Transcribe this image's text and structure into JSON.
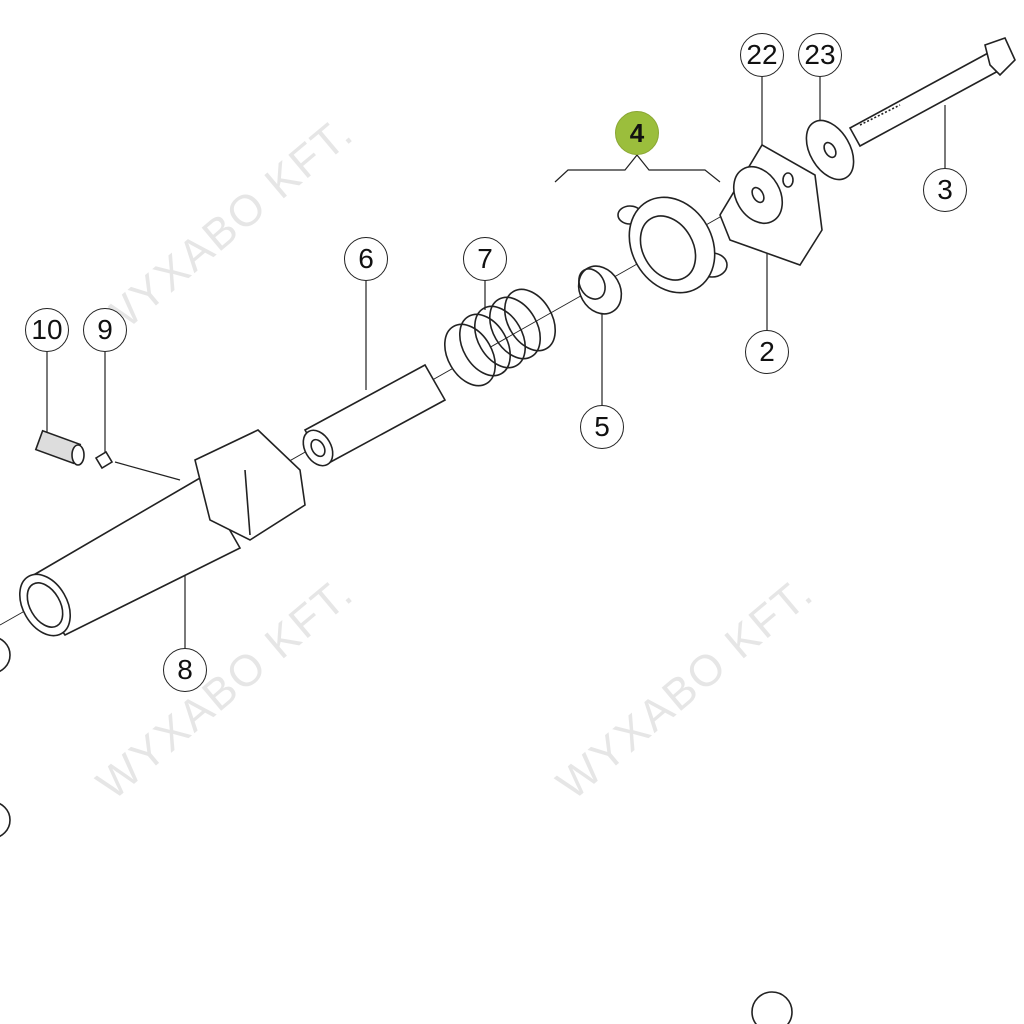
{
  "watermark": "WYXABO KFT.",
  "highlight_color": "#9bbe3c",
  "callouts": [
    {
      "id": "22",
      "label": "22"
    },
    {
      "id": "23",
      "label": "23"
    },
    {
      "id": "4",
      "label": "4",
      "highlighted": true
    },
    {
      "id": "3",
      "label": "3"
    },
    {
      "id": "6",
      "label": "6"
    },
    {
      "id": "7",
      "label": "7"
    },
    {
      "id": "10",
      "label": "10"
    },
    {
      "id": "9",
      "label": "9"
    },
    {
      "id": "2",
      "label": "2"
    },
    {
      "id": "5",
      "label": "5"
    },
    {
      "id": "8",
      "label": "8"
    }
  ]
}
